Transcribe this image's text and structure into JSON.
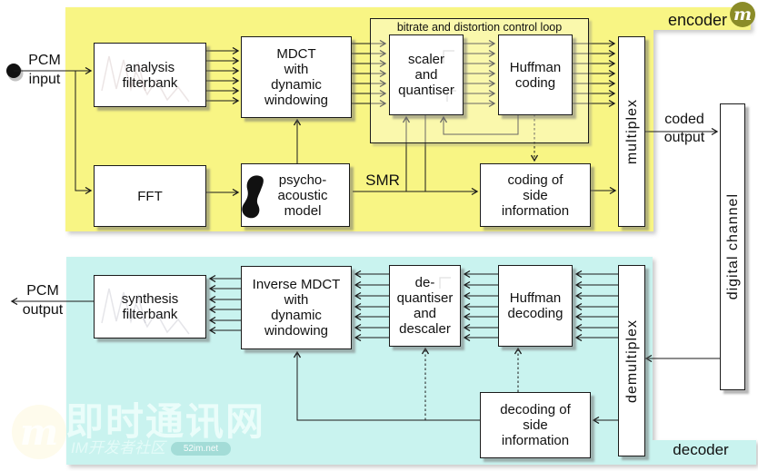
{
  "colors": {
    "encoder_bg": "#f8f584",
    "decoder_bg": "#c9f3ef",
    "box_bg": "#ffffff",
    "line": "#1a1a1a",
    "corner_logo_bg": "#8b8c28"
  },
  "encoder": {
    "section_label": "encoder",
    "pcm_input": [
      "PCM",
      "input"
    ],
    "analysis_filterbank": [
      "analysis",
      "filterbank"
    ],
    "mdct": [
      "MDCT",
      "with",
      "dynamic",
      "windowing"
    ],
    "fft": "FFT",
    "psycho_acoustic": [
      "psycho-",
      "acoustic",
      "model"
    ],
    "control_loop_label": "bitrate and distortion control loop",
    "scaler": [
      "scaler",
      "and",
      "quantiser"
    ],
    "huffman": [
      "Huffman",
      "coding"
    ],
    "smr_label": "SMR",
    "side_info": [
      "coding of",
      "side",
      "information"
    ],
    "multiplex_label": "multiplex",
    "coded_output": [
      "coded",
      "output"
    ]
  },
  "channel": {
    "label": "digital channel"
  },
  "decoder": {
    "section_label": "decoder",
    "pcm_output": [
      "PCM",
      "output"
    ],
    "synthesis_filterbank": [
      "synthesis",
      "filterbank"
    ],
    "inverse_mdct": [
      "Inverse MDCT",
      "with",
      "dynamic",
      "windowing"
    ],
    "dequantiser": [
      "de-",
      "quantiser",
      "and",
      "descaler"
    ],
    "huffman": [
      "Huffman",
      "decoding"
    ],
    "side_info": [
      "decoding of",
      "side",
      "information"
    ],
    "demultiplex_label": "demultiplex"
  },
  "branding": {
    "corner_logo_letter": "m"
  },
  "watermark": {
    "logo_letter": "m",
    "title": "即时通讯网",
    "subtitle": "IM开发者社区",
    "badge": "52im.net"
  }
}
